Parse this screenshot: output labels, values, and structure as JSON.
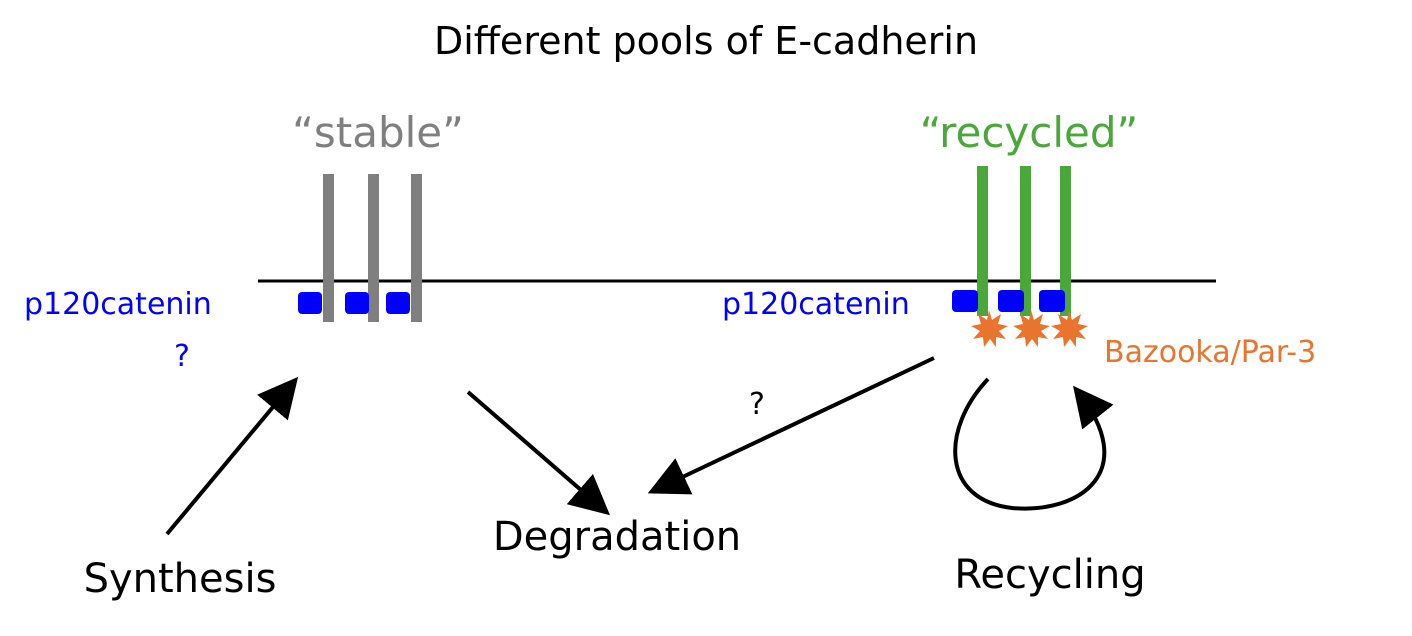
{
  "title": "Different pools of E-cadherin",
  "labels": {
    "stable": "“stable”",
    "recycled": "“recycled”",
    "p120_left": "p120catenin",
    "question_left": "?",
    "p120_right": "p120catenin",
    "question_middle": "?",
    "bazooka": "Bazooka/Par-3",
    "synthesis": "Synthesis",
    "degradation": "Degradation",
    "recycling": "Recycling"
  },
  "colors": {
    "stable": "#7f7f7f",
    "recycled": "#4aa83a",
    "p120": "#0000ff",
    "bazooka": "#e8742e",
    "line": "#000000"
  }
}
